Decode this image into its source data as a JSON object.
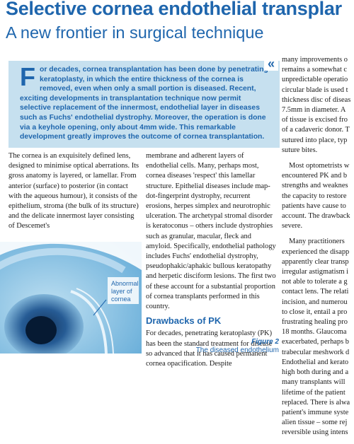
{
  "article": {
    "title": "Selective cornea endothelial transplar",
    "subtitle": "A new frontier in surgical technique"
  },
  "standfirst": {
    "dropcap": "F",
    "text": "or decades, cornea transplantation has been done by penetrating keratoplasty, in which the entire thickness of the cornea is removed, even when only a small portion is diseased. Recent, exciting developments in transplantation technique now permit selective replacement of the innermost, endothelial layer in diseases such as Fuchs' endothelial dystrophy. Moreover, the operation is done via a keyhole opening, only about 4mm wide. This remarkable development greatly improves the outcome of cornea transplantation.",
    "quote_icon": "«"
  },
  "column1": {
    "text": "The cornea is an exquisitely defined lens, designed to minimise optical aberrations. Its gross anatomy is layered, or lamellar. From anterior (surface) to posterior (in contact with the aqueous humour), it consists of the epithelium, stroma (the bulk of its structure) and the delicate innermost layer consisting of Descemet's"
  },
  "figure": {
    "annotation_line1": "Abnormal",
    "annotation_line2": "layer of",
    "annotation_line3": "cornea",
    "label": "Figure 2",
    "caption": "The diseased endothelium"
  },
  "column2": {
    "para1": "membrane and adherent layers of endothelial cells. Many, perhaps most, cornea diseases 'respect' this lamellar structure. Epithelial diseases include map-dot-fingerprint dystrophy, recurrent erosions, herpes simplex and neurotrophic ulceration. The archetypal stromal disorder is keratoconus – others include dystrophies such as granular, macular, fleck and amyloid. Specifically, endothelial pathology includes Fuchs' endothelial dystrophy, pseudophakic/aphakic bullous keratopathy and herpetic disciform lesions. The first two of these account for a substantial proportion of cornea transplants performed in this country.",
    "heading": "Drawbacks of PK",
    "para2": "For decades, penetrating keratoplasty (PK) has been the standard treatment for disease so advanced that it has caused permanent cornea opacification. Despite"
  },
  "column3": {
    "lines1": [
      "many improvements o",
      "remains a somewhat c",
      "unpredictable operatio",
      "circular blade is used t",
      "thickness disc of diseas",
      "7.5mm in diameter. A",
      "of tissue is excised fro",
      "of a cadaveric donor. T",
      "sutured into place, typ",
      "suture bites."
    ],
    "lines2": [
      "Most optometrists w",
      "encountered PK and b",
      "strengths and weaknes",
      "the capacity to restore",
      "patients have cause to",
      "account. The drawback",
      "severe."
    ],
    "lines3": [
      "Many practitioners",
      "experienced the disapp",
      "apparently clear transp",
      "irregular astigmatism i",
      "not able to tolerate a g",
      "contact lens. The relati",
      "incision, and numerou",
      "to close it, entail a pro",
      "frustrating healing pro",
      "18 months. Glaucoma",
      "exacerbated, perhaps b",
      "trabecular meshwork d",
      "Endothelial and kerato",
      "high both during and a",
      "many transplants will",
      "lifetime of the patient",
      "replaced. There is alwa",
      "patient's immune syste",
      "alien tissue – some rej",
      "reversible using intens"
    ]
  },
  "colors": {
    "accent": "#1f66ad",
    "standfirst_bg": "#c6e0ef"
  }
}
